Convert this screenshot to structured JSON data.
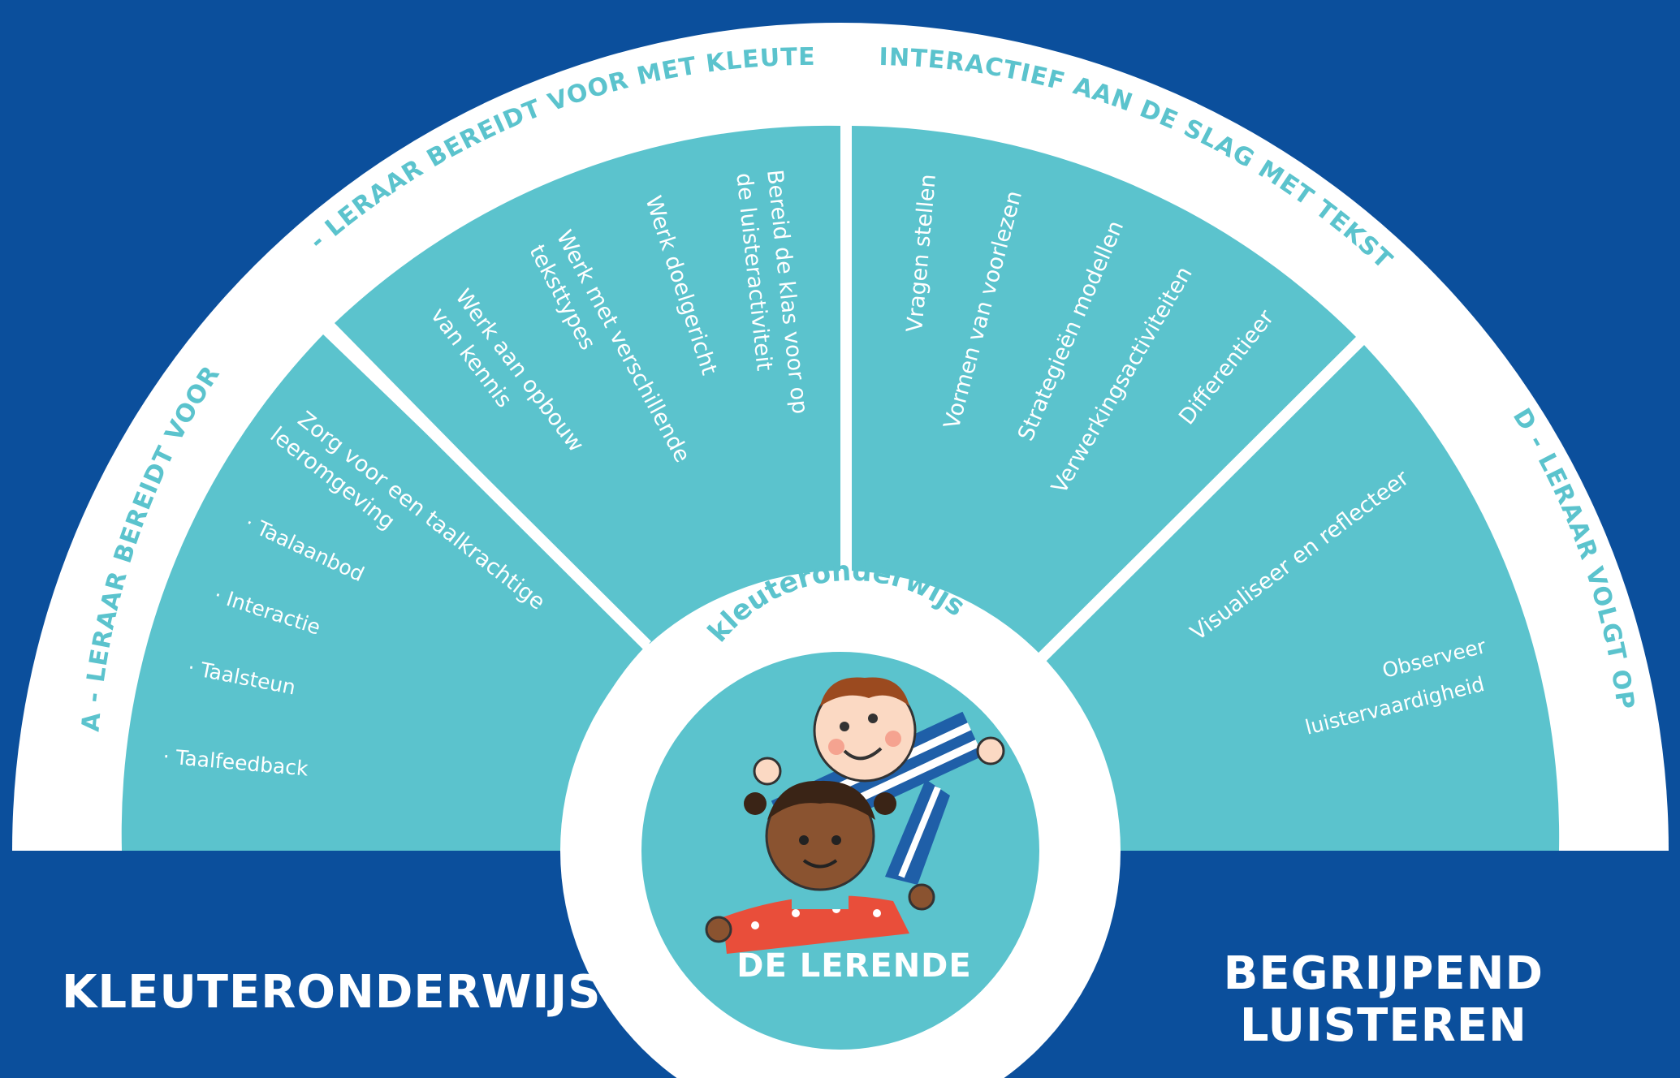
{
  "sections": {
    "a": {
      "title": "A - LERAAR BEREIDT VOOR"
    },
    "b": {
      "title": "B - LERAAR BEREIDT VOOR MET KLEUTER"
    },
    "c": {
      "title": "C - INTERACTIEF AAN DE SLAG MET TEKSTEN"
    },
    "d": {
      "title": "D - LERAAR VOLGT OP"
    }
  },
  "segment_a": {
    "line1": "Zorg voor een taalkrachtige",
    "line2": "leeromgeving",
    "bullets": [
      "· Taalaanbod",
      "· Interactie",
      "· Taalsteun",
      "· Taalfeedback"
    ]
  },
  "segment_b": {
    "items": [
      [
        "Bereid de klas voor op",
        "de luisteractiviteit"
      ],
      [
        "Werk doelgericht"
      ],
      [
        "Werk met verschillende",
        "teksttypes"
      ],
      [
        "Werk aan opbouw",
        "van kennis"
      ]
    ]
  },
  "segment_c": {
    "items": [
      "Vragen stellen",
      "Vormen van voorlezen",
      "Strategieën modellen",
      "Verwerkingsactiviteiten",
      "Differentieer"
    ]
  },
  "segment_d": {
    "item1": "Visualiseer en reflecteer",
    "item2_line1": "Observeer",
    "item2_line2": "luistervaardigheid"
  },
  "center": {
    "arc_label": "kleuteronderwijs",
    "title": "DE LERENDE"
  },
  "corners": {
    "left": "KLEUTERONDERWIJS",
    "right_line1": "BEGRIJPEND",
    "right_line2": "LUISTEREN"
  },
  "colors": {
    "background": "#0b4f9c",
    "segment": "#5bc3cd",
    "ring": "#ffffff",
    "accent_text": "#5bc3cd"
  },
  "illustration": "two-children-icon"
}
